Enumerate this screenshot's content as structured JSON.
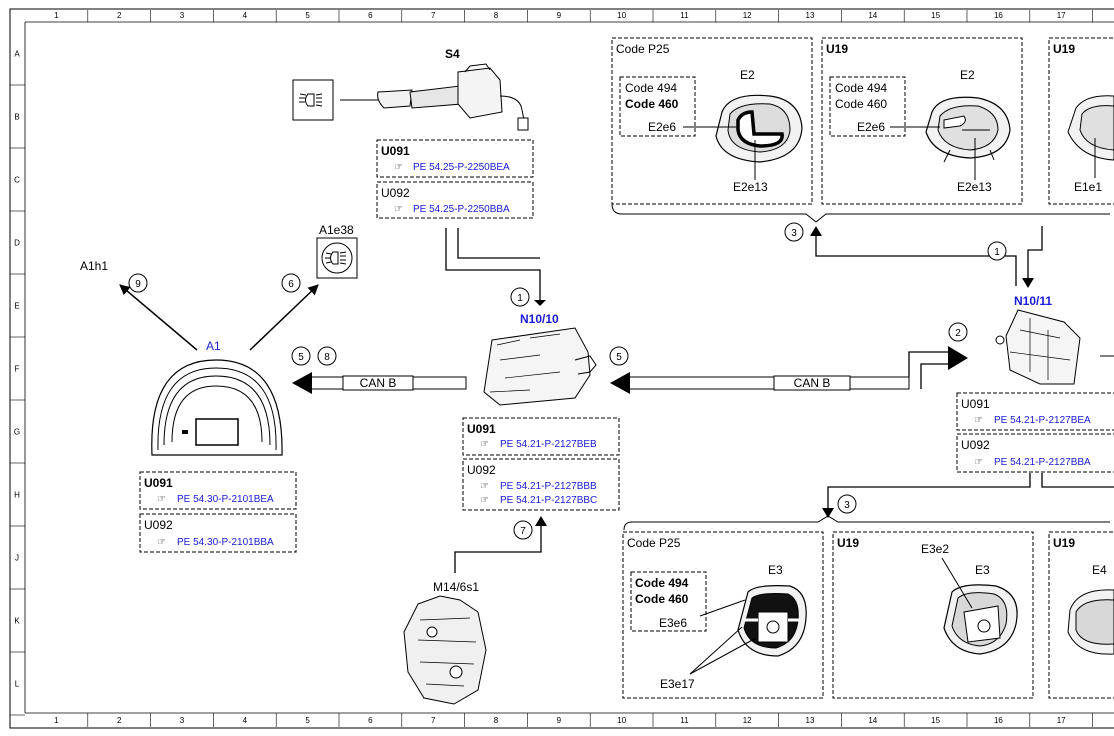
{
  "grid": {
    "columns": [
      "1",
      "2",
      "3",
      "4",
      "5",
      "6",
      "7",
      "8",
      "9",
      "10",
      "11",
      "12",
      "13",
      "14",
      "15",
      "16",
      "17"
    ],
    "rows": [
      "A",
      "B",
      "C",
      "D",
      "E",
      "F",
      "G",
      "H",
      "J",
      "K",
      "L"
    ]
  },
  "switch_s4": {
    "label": "S4",
    "u091": "U091",
    "u091_ref": "PE 54.25-P-2250BEA",
    "u092": "U092",
    "u092_ref": "PE 54.25-P-2250BBA"
  },
  "a1e38": {
    "label": "A1e38"
  },
  "a1h1": {
    "label": "A1h1"
  },
  "cluster": {
    "label": "A1",
    "u091": "U091",
    "u091_ref": "PE 54.30-P-2101BEA",
    "u092": "U092",
    "u092_ref": "PE 54.30-P-2101BBA"
  },
  "n10_10": {
    "label": "N10/10",
    "u091": "U091",
    "u091_ref": "PE 54.21-P-2127BEB",
    "u092": "U092",
    "u092_ref1": "PE 54.21-P-2127BBB",
    "u092_ref2": "PE 54.21-P-2127BBC"
  },
  "n10_11": {
    "label": "N10/11",
    "u091": "U091",
    "u091_ref": "PE 54.21-P-2127BEA",
    "u092": "U092",
    "u092_ref": "PE 54.21-P-2127BBA"
  },
  "m14": {
    "label": "M14/6s1"
  },
  "can_bus": {
    "left": "CAN B",
    "right": "CAN B"
  },
  "circles": {
    "c1": "1",
    "c2": "2",
    "c3": "3",
    "c5": "5",
    "c6": "6",
    "c7": "7",
    "c8": "8",
    "c9": "9"
  },
  "top_panels": {
    "p25": {
      "title": "Code P25",
      "code1": "Code 494",
      "code2": "Code 460",
      "e2": "E2",
      "e2e6": "E2e6",
      "e2e13": "E2e13"
    },
    "u19": {
      "title": "U19",
      "code1": "Code 494",
      "code2": "Code 460",
      "e2": "E2",
      "e2e6": "E2e6",
      "e2e13": "E2e13"
    },
    "u19b": {
      "title": "U19",
      "e1e": "E1e1"
    }
  },
  "bottom_panels": {
    "p25": {
      "title": "Code P25",
      "code1": "Code 494",
      "code2": "Code 460",
      "e3": "E3",
      "e3e6": "E3e6",
      "e3e17": "E3e17"
    },
    "u19": {
      "title": "U19",
      "e3e2": "E3e2",
      "e3": "E3"
    },
    "u19b": {
      "title": "U19",
      "e4": "E4"
    }
  }
}
